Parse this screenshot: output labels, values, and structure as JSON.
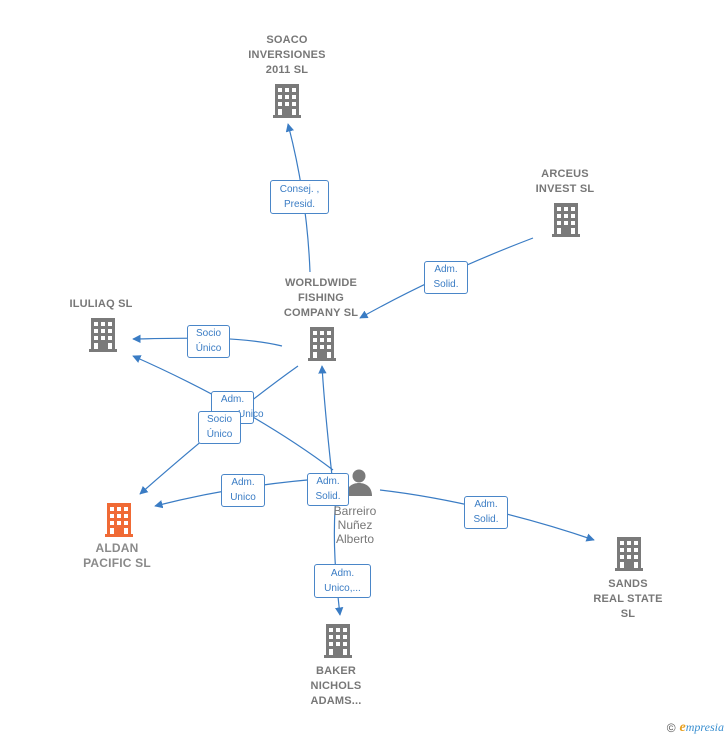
{
  "nodes": {
    "soaco": {
      "label": [
        "SOACO",
        "INVERSIONES",
        "2011 SL"
      ]
    },
    "arceus": {
      "label": [
        "ARCEUS",
        "INVEST  SL"
      ]
    },
    "worldwide": {
      "label": [
        "WORLDWIDE",
        "FISHING",
        "COMPANY  SL"
      ]
    },
    "iluliaq": {
      "label": [
        "ILULIAQ  SL"
      ]
    },
    "aldan": {
      "label": [
        "ALDAN",
        "PACIFIC  SL"
      ]
    },
    "sands": {
      "label": [
        "SANDS",
        "REAL STATE",
        "SL"
      ]
    },
    "baker": {
      "label": [
        "BAKER",
        "NICHOLS",
        "ADAMS..."
      ]
    },
    "person": {
      "label": [
        "Barreiro",
        "Nuñez",
        "Alberto"
      ]
    }
  },
  "relations": {
    "consej_presid": [
      "Consej. ,",
      "Presid."
    ],
    "adm_solid_arceus": [
      "Adm.",
      "Solid."
    ],
    "socio_unico_iluliaq": [
      "Socio",
      "Único"
    ],
    "adm_unico_hidden": [
      "Adm.",
      "Unico"
    ],
    "socio_unico_aldan": [
      "Socio",
      "Único"
    ],
    "adm_unico_aldan": [
      "Adm.",
      "Unico"
    ],
    "adm_solid_worldwide": [
      "Adm.",
      "Solid."
    ],
    "adm_solid_sands": [
      "Adm.",
      "Solid."
    ],
    "adm_unico_baker": [
      "Adm.",
      "Unico,..."
    ]
  },
  "colors": {
    "edge": "#3a7cc4",
    "building": "#7a7a7a",
    "focus_building": "#f06a35"
  },
  "footer": {
    "copyright": "©",
    "brand_initial": "e",
    "brand_rest": "mpresia"
  }
}
